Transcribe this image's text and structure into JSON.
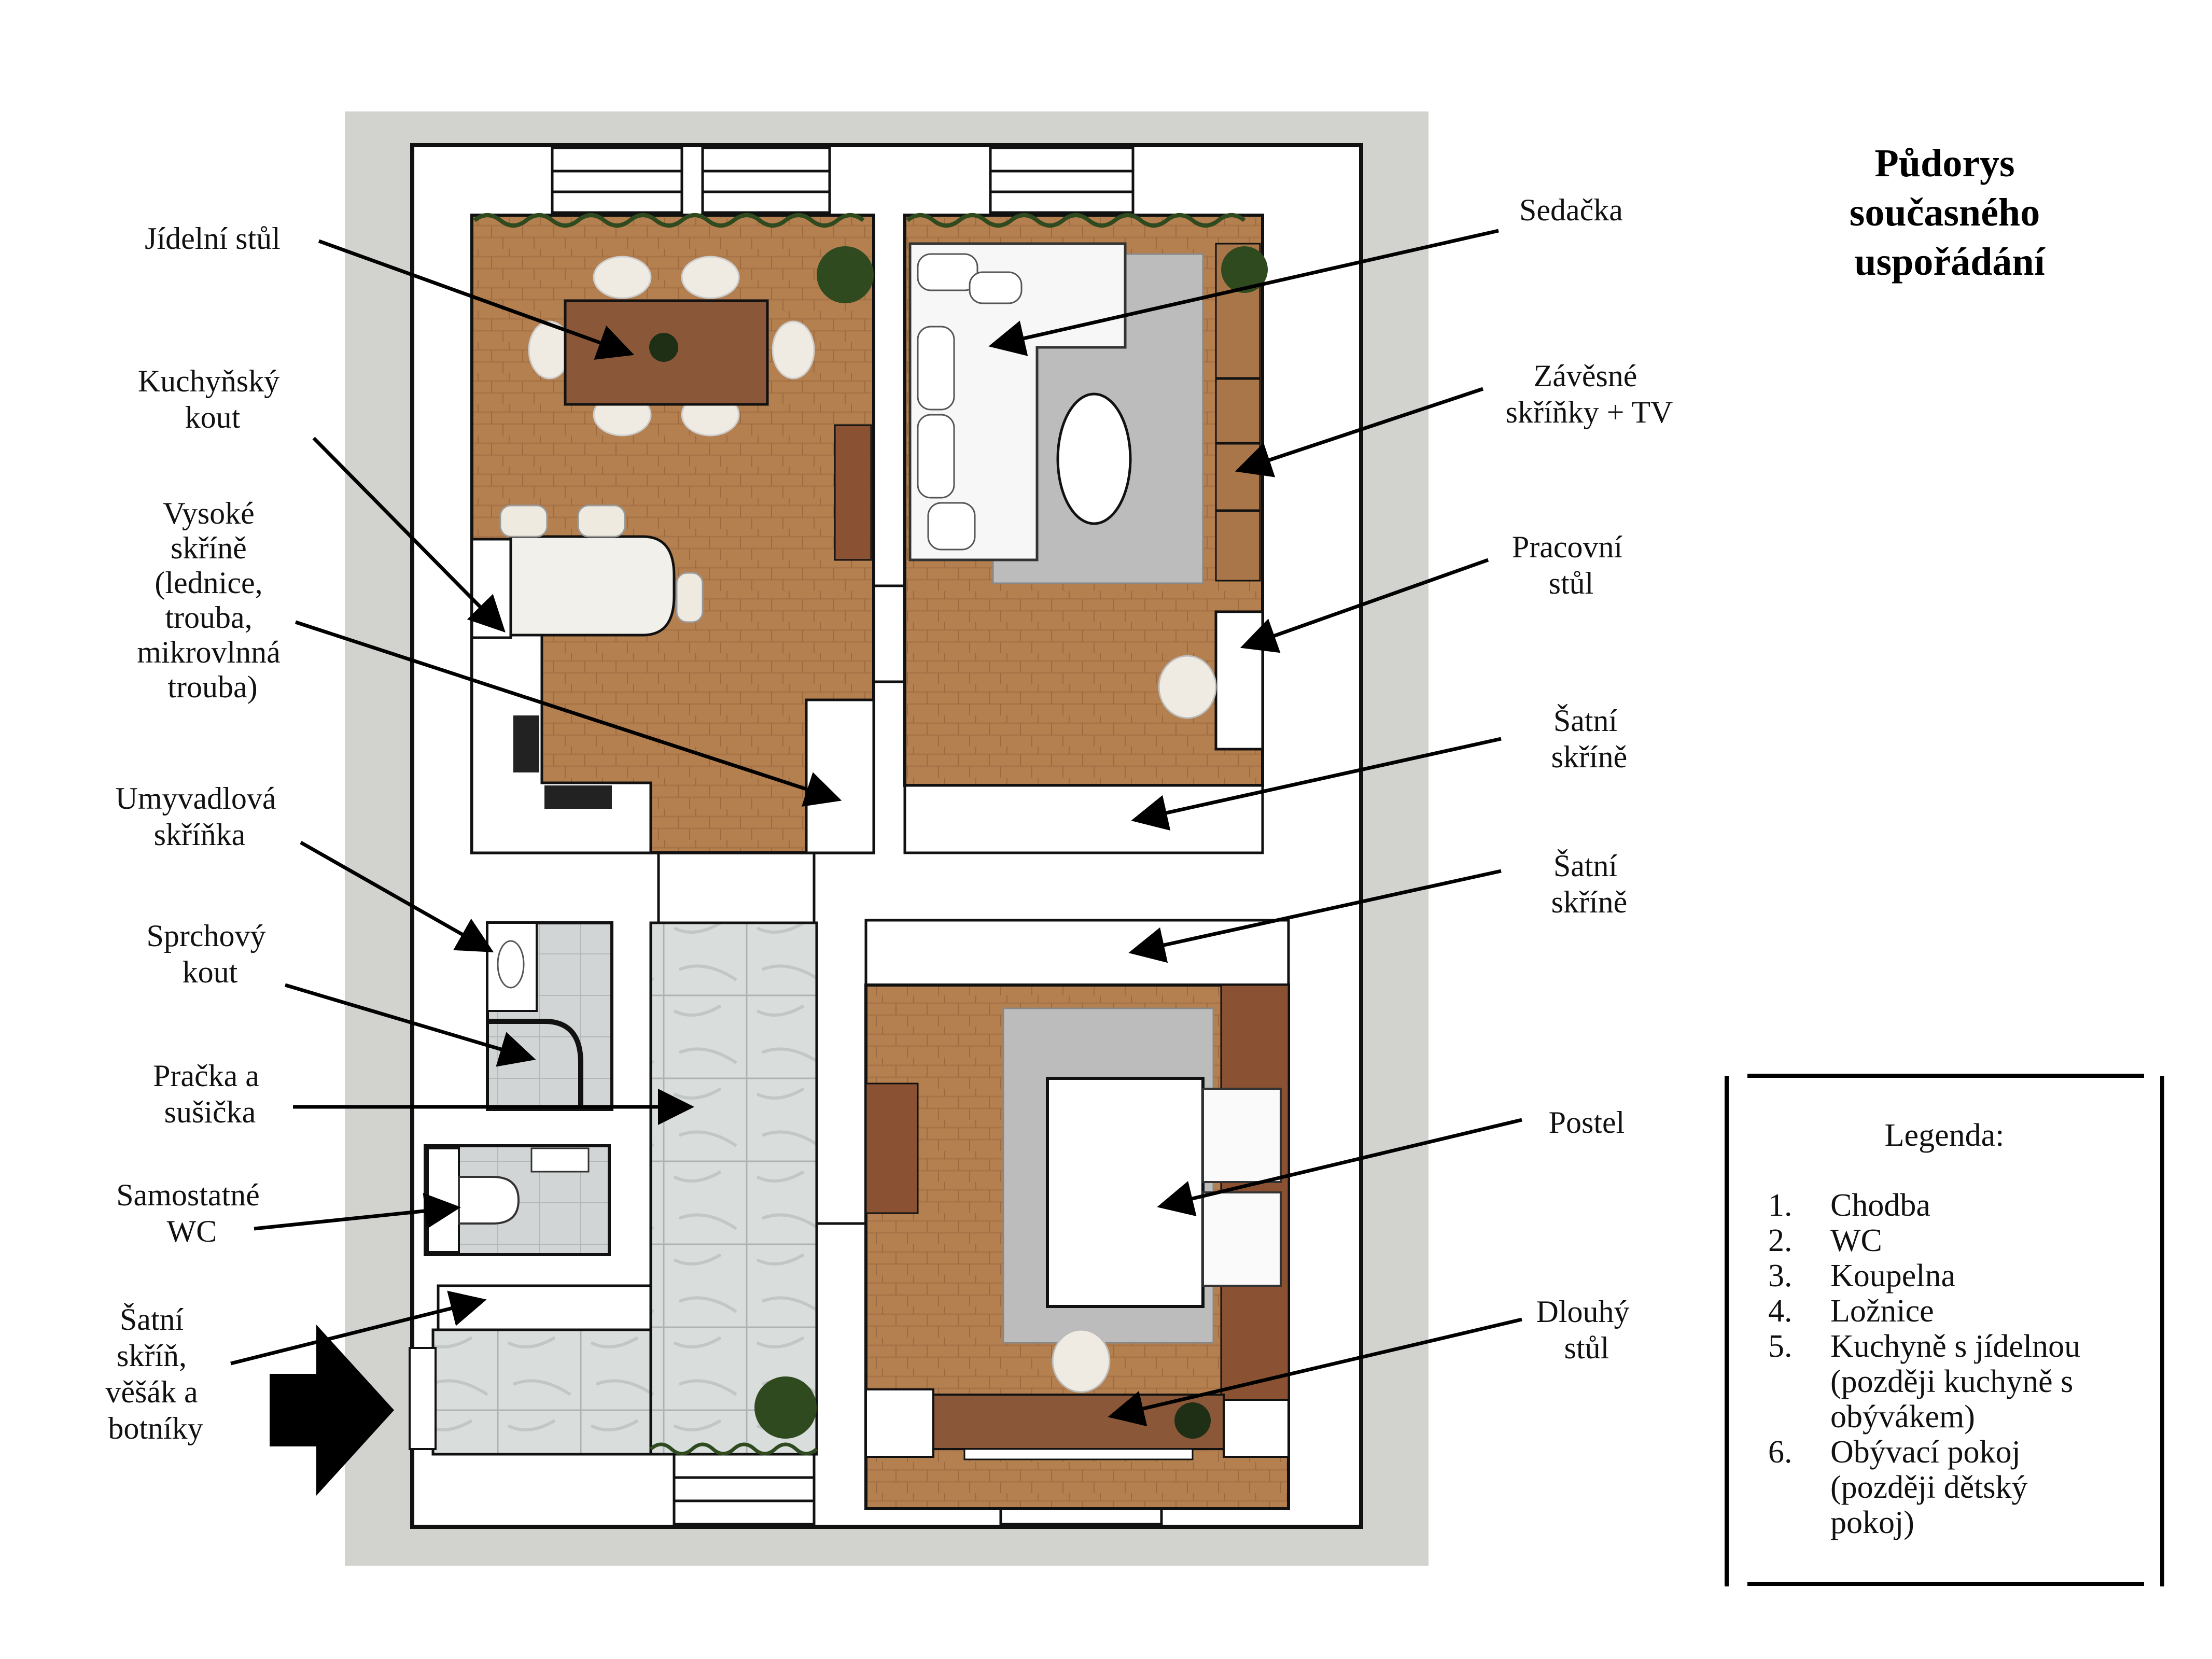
{
  "title": [
    "Půdorys",
    "současného",
    "uspořádání"
  ],
  "labels": {
    "jidelni_stul": [
      "Jídelní stůl"
    ],
    "kuchynsky_kout": [
      "Kuchyňský",
      "kout"
    ],
    "vysoke_skrine": [
      "Vysoké",
      "skříně",
      "(lednice,",
      "trouba,",
      "mikrovlnná",
      "trouba)"
    ],
    "umyvadlova": [
      "Umyvadlová",
      "skříňka"
    ],
    "sprchovy": [
      "Sprchový",
      "kout"
    ],
    "pracka": [
      "Pračka a",
      "sušička"
    ],
    "wc": [
      "Samostatné",
      "WC"
    ],
    "satni_skrin": [
      "Šatní",
      "skříň,",
      "věšák a",
      "botníky"
    ],
    "sedacka": [
      "Sedačka"
    ],
    "zavesne": [
      "Závěsné",
      "skříňky + TV"
    ],
    "pracovni": [
      "Pracovní",
      "stůl"
    ],
    "satni_1": [
      "Šatní",
      "skříně"
    ],
    "satni_2": [
      "Šatní",
      "skříně"
    ],
    "postel": [
      "Postel"
    ],
    "dlouhy": [
      "Dlouhý",
      "stůl"
    ]
  },
  "legend": {
    "heading": "Legenda:",
    "items": [
      {
        "num": "1.",
        "lines": [
          "Chodba"
        ]
      },
      {
        "num": "2.",
        "lines": [
          "WC"
        ]
      },
      {
        "num": "3.",
        "lines": [
          "Koupelna"
        ]
      },
      {
        "num": "4.",
        "lines": [
          "Ložnice"
        ]
      },
      {
        "num": "5.",
        "lines": [
          "Kuchyně s jídelnou",
          "(později kuchyně s",
          "obývákem)"
        ]
      },
      {
        "num": "6.",
        "lines": [
          "Obývací pokoj",
          "(později dětský",
          "pokoj)"
        ]
      }
    ]
  },
  "colors": {
    "outer_gray": "#d2d2cf",
    "wood_floor": "#b58050",
    "wood_dark": "#8a5232",
    "tile": "#d8dcdc",
    "carpet": "#bcbcbc",
    "plant": "#2e4a1e"
  }
}
